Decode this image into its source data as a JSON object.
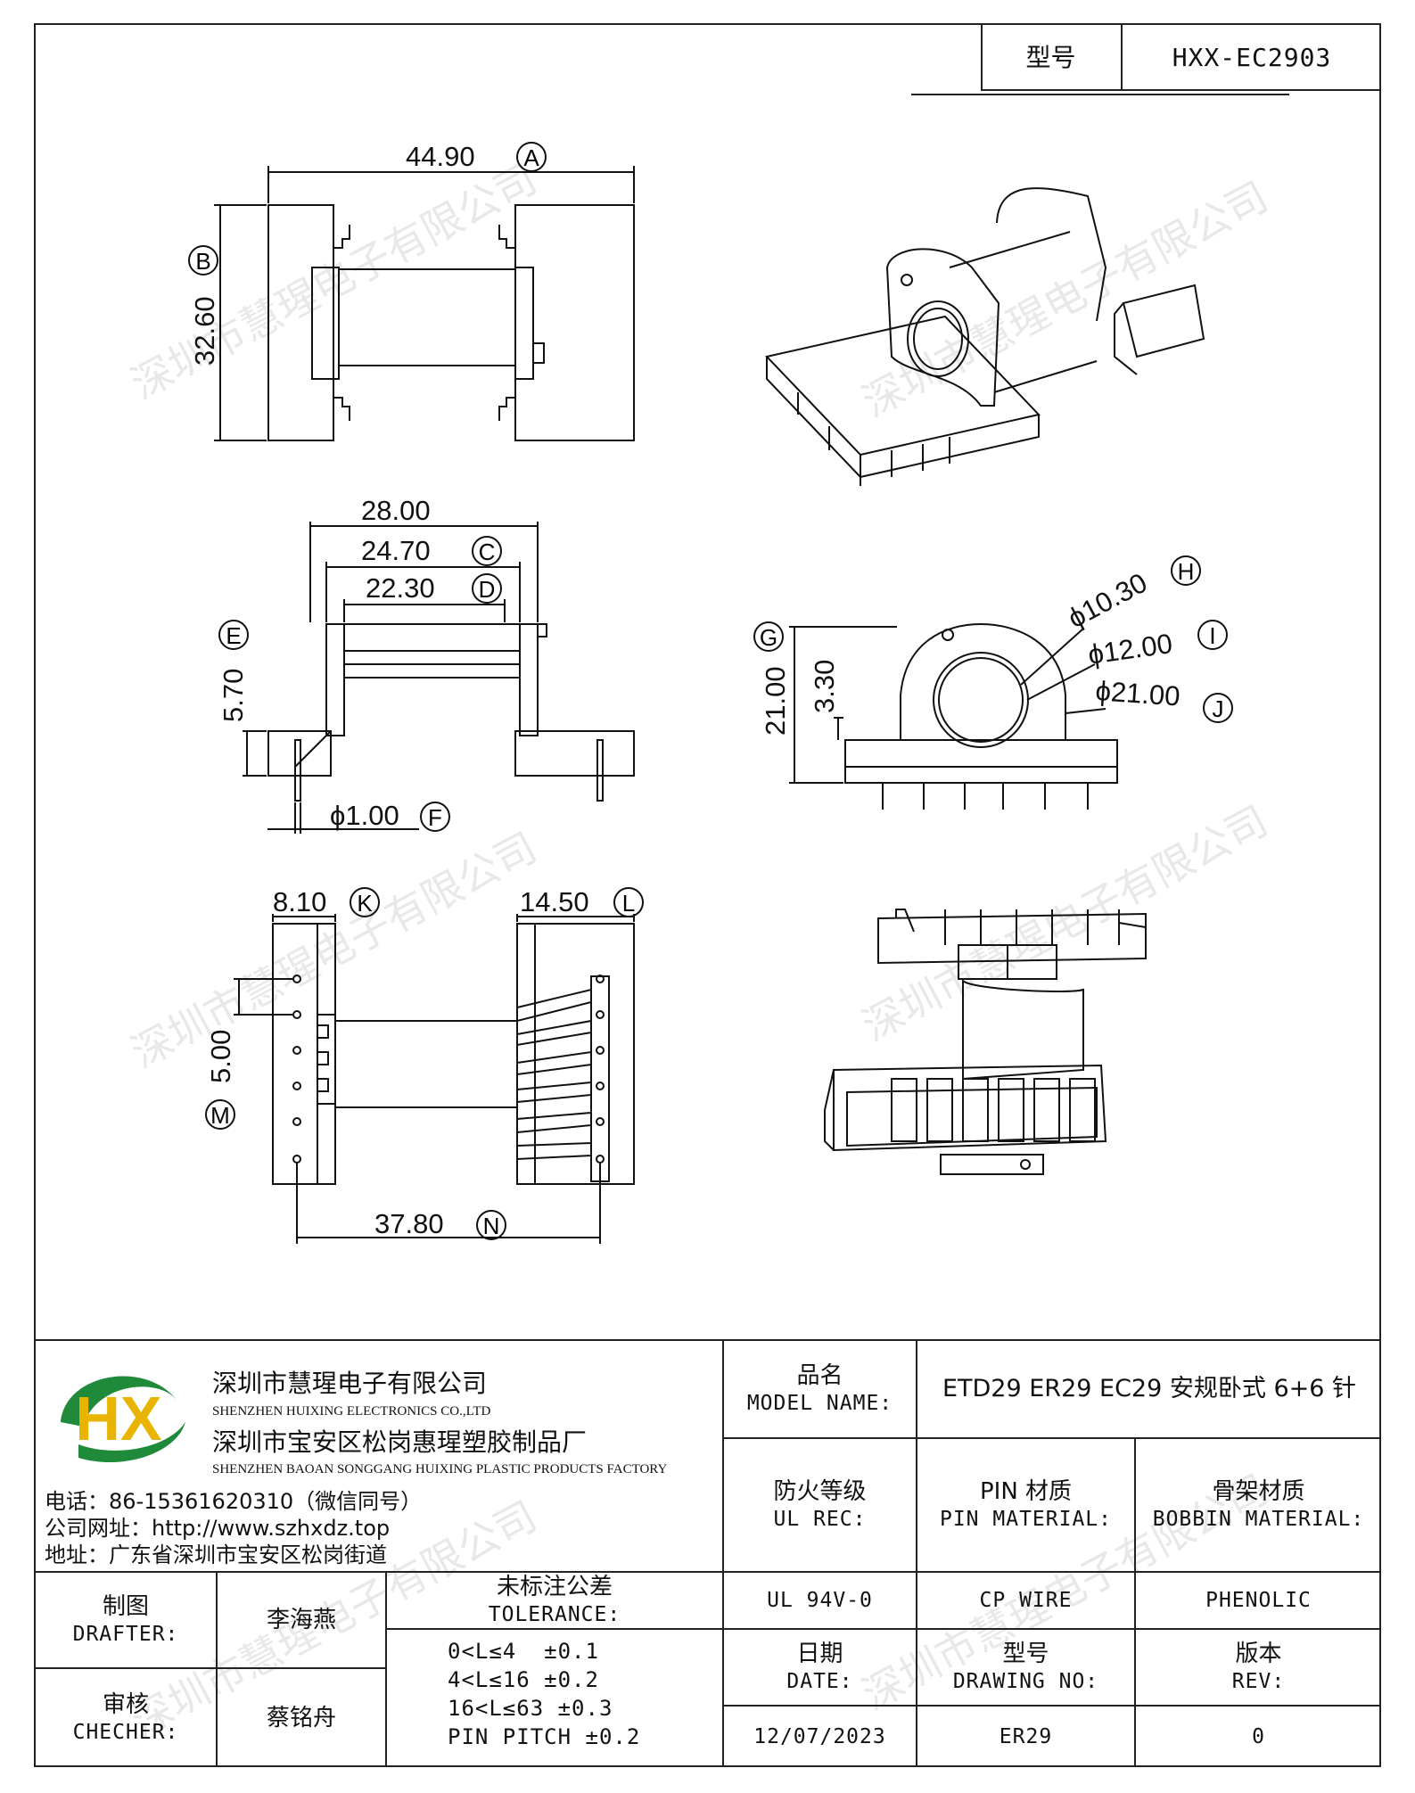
{
  "header": {
    "type_label": "型号",
    "type_value": "HXX-EC2903"
  },
  "dimensions": {
    "a": "44.90",
    "a_letter": "A",
    "b": "32.60",
    "b_letter": "B",
    "w28": "28.00",
    "c": "24.70",
    "c_letter": "C",
    "d": "22.30",
    "d_letter": "D",
    "e": "5.70",
    "e_letter": "E",
    "f": "ϕ1.00",
    "f_letter": "F",
    "g": "21.00",
    "g_letter": "G",
    "h330": "3.30",
    "h": "ϕ10.30",
    "h_letter": "H",
    "i": "ϕ12.00",
    "i_letter": "I",
    "j": "ϕ21.00",
    "j_letter": "J",
    "k": "8.10",
    "k_letter": "K",
    "l": "14.50",
    "l_letter": "L",
    "m": "5.00",
    "m_letter": "M",
    "n": "37.80",
    "n_letter": "N"
  },
  "watermark": "深圳市慧瑆电子有限公司",
  "company": {
    "logo_text": "HX",
    "name_cn": "深圳市慧瑆电子有限公司",
    "name_en": "SHENZHEN HUIXING ELECTRONICS CO.,LTD",
    "factory_cn": "深圳市宝安区松岗惠瑆塑胶制品厂",
    "factory_en": "SHENZHEN BAOAN SONGGANG HUIXING PLASTIC PRODUCTS FACTORY",
    "phone": "电话：86-15361620310（微信同号）",
    "website": "公司网址：http://www.szhxdz.top",
    "address": "地址：广东省深圳市宝安区松岗街道"
  },
  "title_block": {
    "model_name_cn": "品名",
    "model_name_en": "MODEL NAME:",
    "model_name_value": "ETD29 ER29 EC29 安规卧式 6+6 针",
    "ul_cn": "防火等级",
    "ul_en": "UL REC:",
    "pin_cn": "PIN 材质",
    "pin_en": "PIN MATERIAL:",
    "bobbin_cn": "骨架材质",
    "bobbin_en": "BOBBIN MATERIAL:",
    "ul_value": "UL 94V-0",
    "pin_value": "CP WIRE",
    "bobbin_value": "PHENOLIC",
    "drafter_cn": "制图",
    "drafter_en": "DRAFTER:",
    "drafter_value": "李海燕",
    "checker_cn": "审核",
    "checker_en": "CHECHER:",
    "checker_value": "蔡铭舟",
    "tolerance_cn": "未标注公差",
    "tolerance_en": "TOLERANCE:",
    "tolerance_lines": [
      "0<L≤4  ±0.1",
      "4<L≤16 ±0.2",
      "16<L≤63 ±0.3",
      "PIN PITCH ±0.2"
    ],
    "date_cn": "日期",
    "date_en": "DATE:",
    "date_value": "12/07/2023",
    "drawing_cn": "型号",
    "drawing_en": "DRAWING NO:",
    "drawing_value": "ER29",
    "rev_cn": "版本",
    "rev_en": "REV:",
    "rev_value": "0"
  }
}
